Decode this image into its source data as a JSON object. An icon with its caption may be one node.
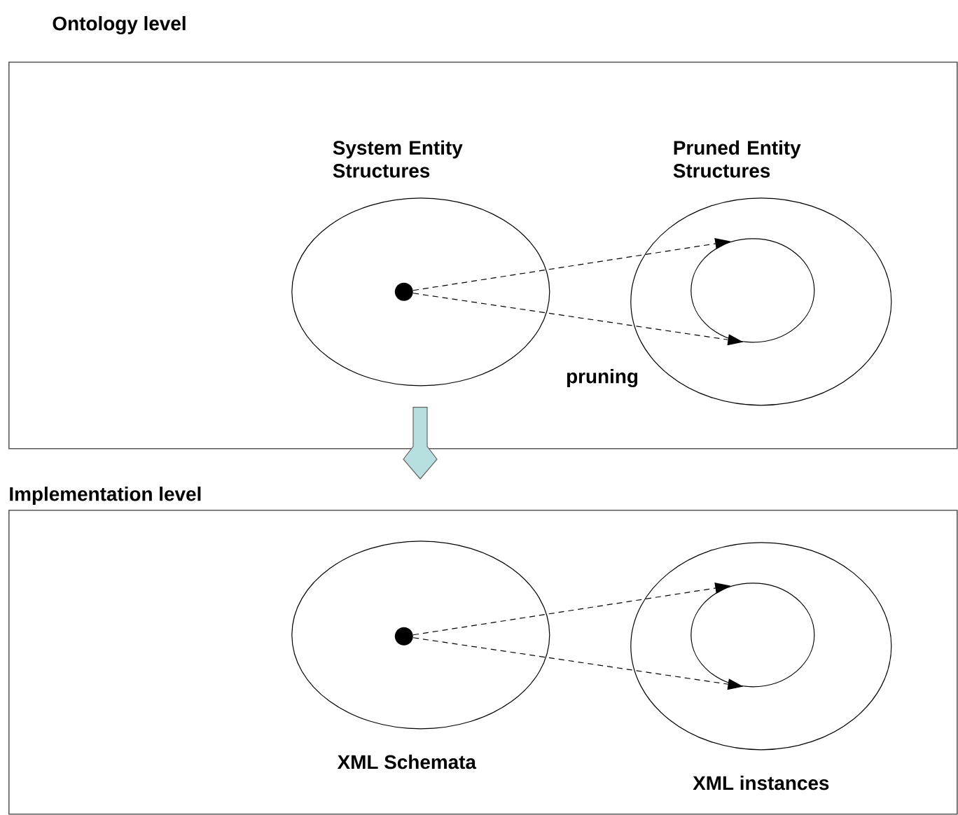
{
  "diagram": {
    "nodes": [
      {
        "text": [
          "Ontology level"
        ]
      },
      {
        "text": [
          "System Entity Structures"
        ],
        "in": 0
      },
      {
        "text": [],
        "shape": "circle",
        "in": 1
      },
      {
        "text": [
          "Pruned Entity Structures"
        ],
        "in": 0
      },
      {
        "text": [],
        "shape": "circle",
        "in": 3
      },
      {
        "text": [
          "Implementation level"
        ]
      },
      {
        "text": [
          "XML Schemata"
        ],
        "in": 5
      },
      {
        "text": [],
        "shape": "circle",
        "in": 6
      },
      {
        "text": [
          "XML instances"
        ],
        "in": 5
      },
      {
        "text": [],
        "shape": "circle",
        "in": 8
      }
    ],
    "edges": [
      {
        "from": 2,
        "to": 4,
        "arrow": "to",
        "style": "dashed"
      },
      {
        "from": 2,
        "to": 4,
        "arrow": "to",
        "style": "dashed",
        "label": "pruning"
      },
      {
        "from": 7,
        "to": 9,
        "arrow": "to",
        "style": "dashed"
      },
      {
        "from": 7,
        "to": 9,
        "arrow": "to",
        "style": "dashed"
      },
      {
        "from": 0,
        "to": 5,
        "arrow": "to",
        "style": "thick",
        "color": "#b7dfe0"
      }
    ]
  }
}
